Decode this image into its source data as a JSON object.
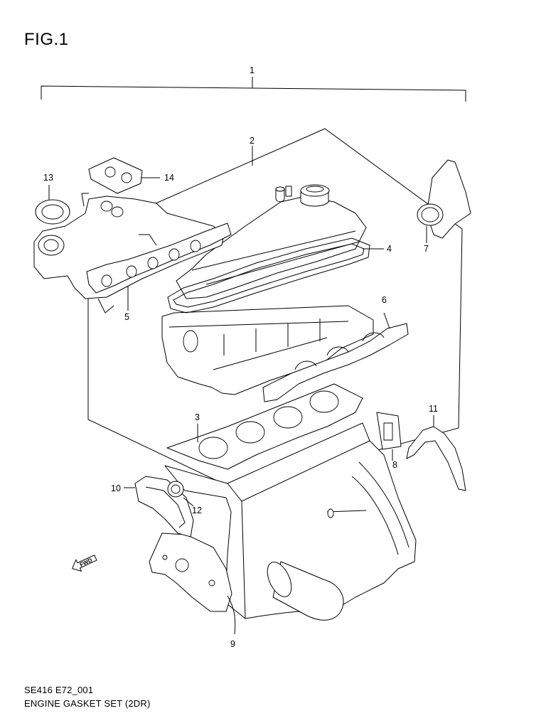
{
  "figure": {
    "title": "FIG.1"
  },
  "callouts": {
    "c1": "1",
    "c2": "2",
    "c3": "3",
    "c4": "4",
    "c5": "5",
    "c6": "6",
    "c7": "7",
    "c8": "8",
    "c9": "9",
    "c10": "10",
    "c11": "11",
    "c12": "12",
    "c13": "13",
    "c14": "14"
  },
  "direction_arrow": {
    "label": "FWD",
    "icon": "forward-arrow-icon"
  },
  "footer": {
    "code": "SE416 E72_001",
    "caption": "ENGINE GASKET SET (2DR)"
  }
}
